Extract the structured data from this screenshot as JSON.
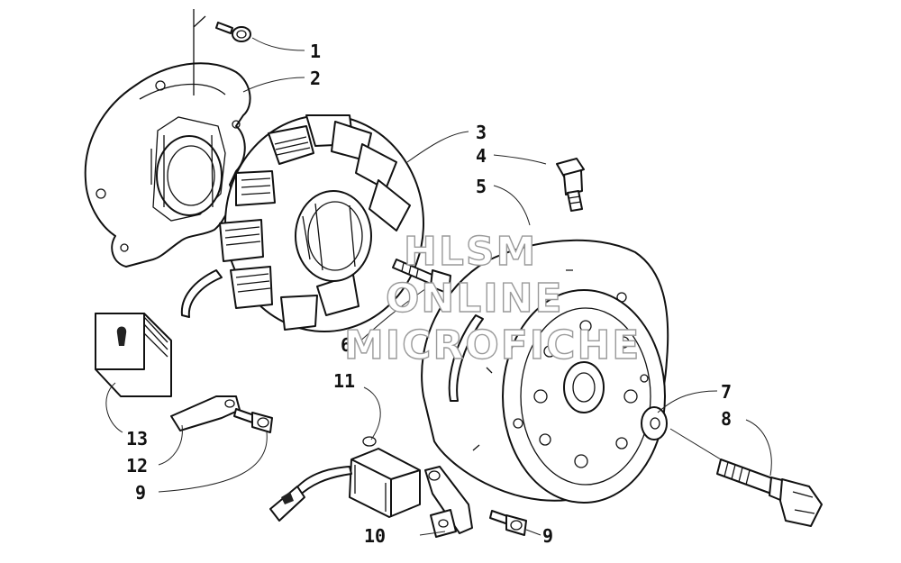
{
  "diagram": {
    "callouts": [
      {
        "id": "c1",
        "label": "1"
      },
      {
        "id": "c2",
        "label": "2"
      },
      {
        "id": "c3",
        "label": "3"
      },
      {
        "id": "c4",
        "label": "4"
      },
      {
        "id": "c5",
        "label": "5"
      },
      {
        "id": "c6",
        "label": "6"
      },
      {
        "id": "c7",
        "label": "7"
      },
      {
        "id": "c8",
        "label": "8"
      },
      {
        "id": "c9a",
        "label": "9"
      },
      {
        "id": "c9b",
        "label": "9"
      },
      {
        "id": "c10",
        "label": "10"
      },
      {
        "id": "c11",
        "label": "11"
      },
      {
        "id": "c12",
        "label": "12"
      },
      {
        "id": "c13",
        "label": "13"
      }
    ]
  },
  "watermark": {
    "line1": "HLSM",
    "line2": "ONLINE",
    "line3": "MICROFICHE",
    "stroke_color": "#9a9a9a"
  }
}
